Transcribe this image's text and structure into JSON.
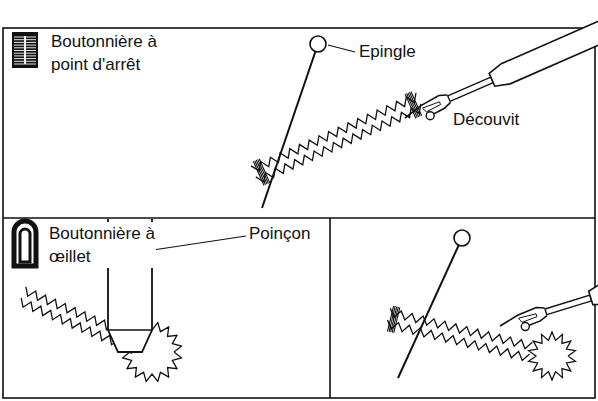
{
  "diagram": {
    "labels": [
      "Boutonnière à point d'arrêt",
      "Epingle",
      "Découvit",
      "Boutonnière à œillet",
      "Poinçon"
    ]
  }
}
